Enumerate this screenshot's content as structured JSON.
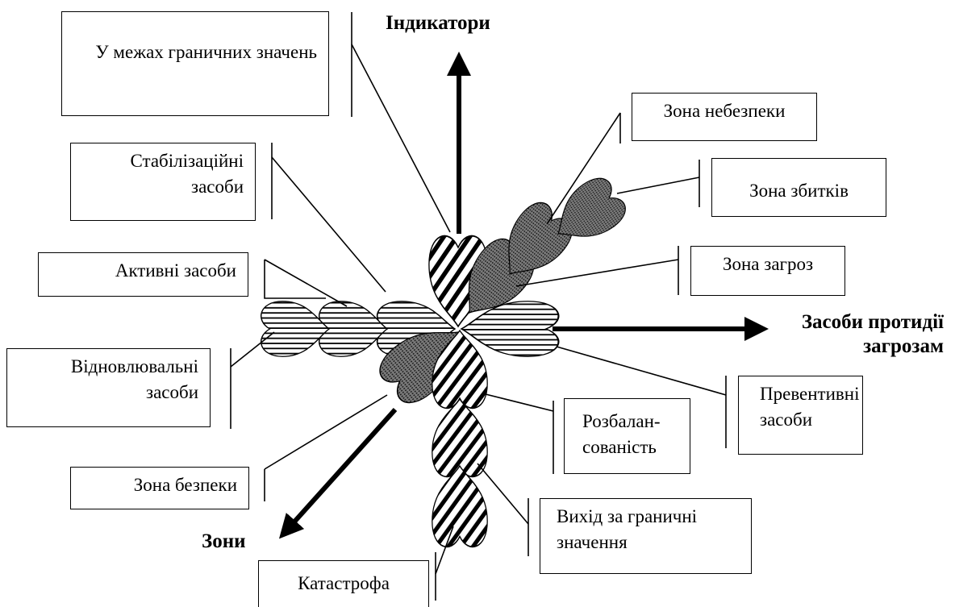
{
  "axes": {
    "indicators": "Індикатори",
    "countermeasures": "Засоби протидії загрозам",
    "zones": "Зони"
  },
  "labels": {
    "within_limits": "У межах граничних значень",
    "stabilizing": "Стабілізаційні засоби",
    "active": "Активні засоби",
    "restorative": "Відновлювальні засоби",
    "safety_zone": "Зона безпеки",
    "catastrophe": "Катастрофа",
    "danger_zone": "Зона небезпеки",
    "loss_zone": "Зона збитків",
    "threat_zone": "Зона загроз",
    "preventive": "Превентивні засоби",
    "imbalance": "Розбалан-сованість",
    "out_of_limits": "Вихід за граничні значення"
  }
}
